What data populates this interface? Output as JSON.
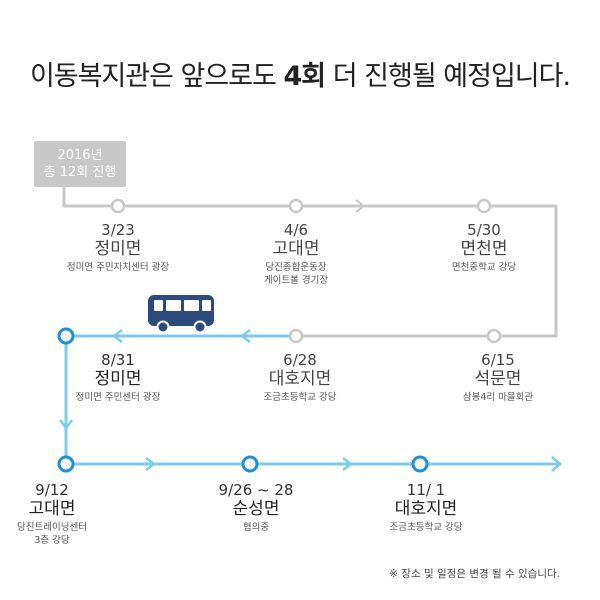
{
  "headline": {
    "before": "이동복지관은 앞으로도 ",
    "bold": "4회",
    "after": " 더 진행될 예정입니다."
  },
  "badge": {
    "line1": "2016년",
    "line2": "총 12회 진행"
  },
  "stops": [
    {
      "id": "0323",
      "date": "3/23",
      "place": "정미면",
      "venue": [
        "정미면 주민자치센터 광장"
      ],
      "status": "past"
    },
    {
      "id": "0406",
      "date": "4/6",
      "place": "고대면",
      "venue": [
        "당진종합운동장",
        "게이트볼 경기장"
      ],
      "status": "past"
    },
    {
      "id": "0530",
      "date": "5/30",
      "place": "면천면",
      "venue": [
        "면천중학교 강당"
      ],
      "status": "past"
    },
    {
      "id": "0615",
      "date": "6/15",
      "place": "석문면",
      "venue": [
        "삼봉4리 마을회관"
      ],
      "status": "past"
    },
    {
      "id": "0628",
      "date": "6/28",
      "place": "대호지면",
      "venue": [
        "조금초등학교 강당"
      ],
      "status": "past"
    },
    {
      "id": "0831",
      "date": "8/31",
      "place": "정미면",
      "venue": [
        "정미면 주민센터 광장"
      ],
      "status": "upcoming"
    },
    {
      "id": "0912",
      "date": "9/12",
      "place": "고대면",
      "venue": [
        "당진트레이닝센터",
        "3층 강당"
      ],
      "status": "upcoming"
    },
    {
      "id": "0926",
      "date": "9/26 ~ 28",
      "place": "순성면",
      "venue": [
        "협의중"
      ],
      "status": "upcoming"
    },
    {
      "id": "1101",
      "date": "11/ 1",
      "place": "대호지면",
      "venue": [
        "조금초등학교 강당"
      ],
      "status": "upcoming"
    }
  ],
  "note": "※ 장소 및 일정은 변경 될 수 있습니다.",
  "colors": {
    "past_line": "#c8c8c8",
    "future_line": "#7fcbeb",
    "future_node": "#1e8fd6",
    "bus": "#2c4a7c"
  },
  "icons": {
    "bus": "bus-icon",
    "arrow": "arrow-right-icon"
  }
}
